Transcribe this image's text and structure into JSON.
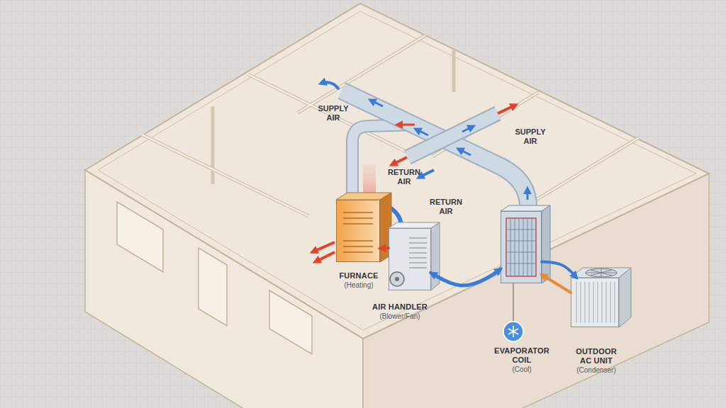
{
  "diagram": {
    "nodes": [
      {
        "text": [
          "FURNACE",
          "(Heating)"
        ]
      },
      {
        "text": [
          "AIR HANDLER",
          "(Blower/Fan)"
        ]
      },
      {
        "text": [
          "EVAPORATOR COIL",
          "(Cool)"
        ]
      },
      {
        "text": [
          "OUTDOOR AC UNIT",
          "(Condenser)"
        ]
      }
    ],
    "edges": [
      {
        "from": 1,
        "to": 0,
        "arrow": "to"
      },
      {
        "from": 1,
        "to": 2,
        "arrow": "both"
      },
      {
        "from": 3,
        "to": 2,
        "arrow": "to"
      },
      {
        "from": 2,
        "to": 3,
        "arrow": "to"
      }
    ],
    "labels": [
      "SUPPLY AIR",
      "SUPPLY AIR",
      "RETURN AIR",
      "RETURN AIR"
    ]
  }
}
